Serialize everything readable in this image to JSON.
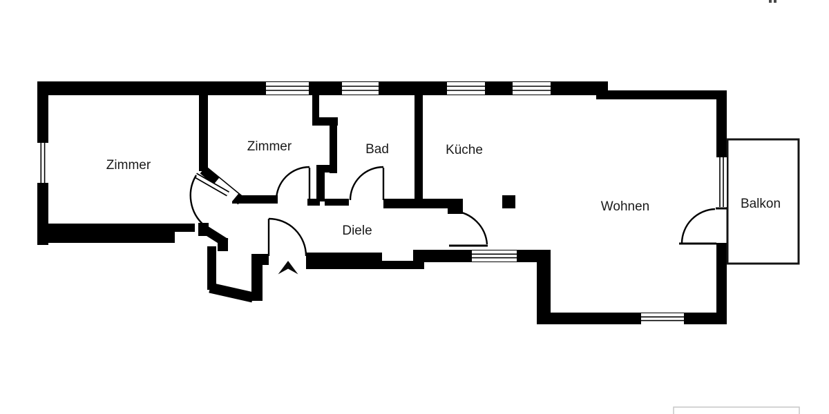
{
  "plan": {
    "type": "apartment-floor-plan",
    "rooms": [
      {
        "id": "zimmer-1",
        "label": "Zimmer"
      },
      {
        "id": "zimmer-2",
        "label": "Zimmer"
      },
      {
        "id": "bad",
        "label": "Bad"
      },
      {
        "id": "kueche",
        "label": "Küche"
      },
      {
        "id": "diele",
        "label": "Diele"
      },
      {
        "id": "wohnen",
        "label": "Wohnen"
      },
      {
        "id": "balkon",
        "label": "Balkon"
      }
    ],
    "features": {
      "entrance_arrow": "entrance-arrow-icon",
      "structural_column": "column-marker",
      "window": "window-symbol",
      "door_swing": "door-swing-arc",
      "balcony_outline": "balcony-outline"
    },
    "colors": {
      "wall": "#000000",
      "background": "#ffffff",
      "label_text": "#1a1a1a",
      "balcony_outline": "#141414",
      "watermark_border": "#c6c6c6"
    }
  }
}
